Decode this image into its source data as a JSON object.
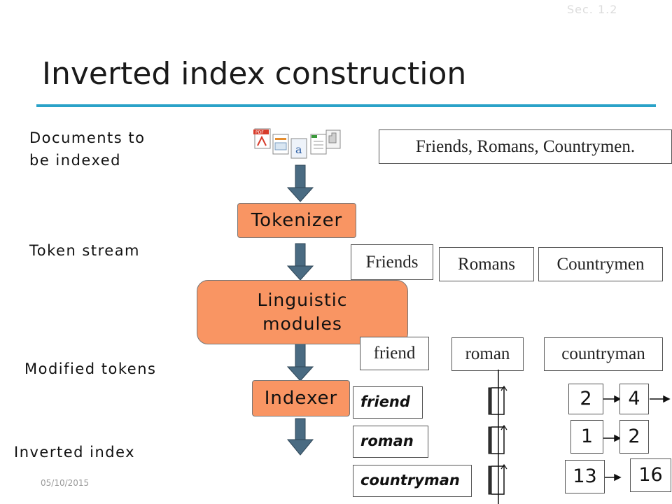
{
  "slide": {
    "section_ref": "Sec. 1.2",
    "title": "Inverted index construction",
    "date": "05/10/2015",
    "colors": {
      "accent_rule": "#2aa2c8",
      "process_box": "#f99563",
      "arrow": "#4a6b82"
    }
  },
  "labels": {
    "documents": [
      "Documents to",
      "be indexed"
    ],
    "token_stream": "Token stream",
    "modified_tokens": "Modified tokens",
    "inverted_index": "Inverted index"
  },
  "processes": {
    "tokenizer": "Tokenizer",
    "linguistic": [
      "Linguistic",
      "modules"
    ],
    "indexer": "Indexer"
  },
  "document_text": "Friends, Romans, Countrymen.",
  "tokens": [
    "Friends",
    "Romans",
    "Countrymen"
  ],
  "modified_tokens": [
    "friend",
    "roman",
    "countryman"
  ],
  "index_terms": [
    "friend",
    "roman",
    "countryman"
  ],
  "postings": [
    [
      "2",
      "4"
    ],
    [
      "1",
      "2"
    ],
    [
      "13",
      "16"
    ]
  ],
  "icons": [
    "pdf-file-icon",
    "document-file-icon",
    "word-file-icon",
    "spreadsheet-file-icon",
    "text-file-icon"
  ]
}
